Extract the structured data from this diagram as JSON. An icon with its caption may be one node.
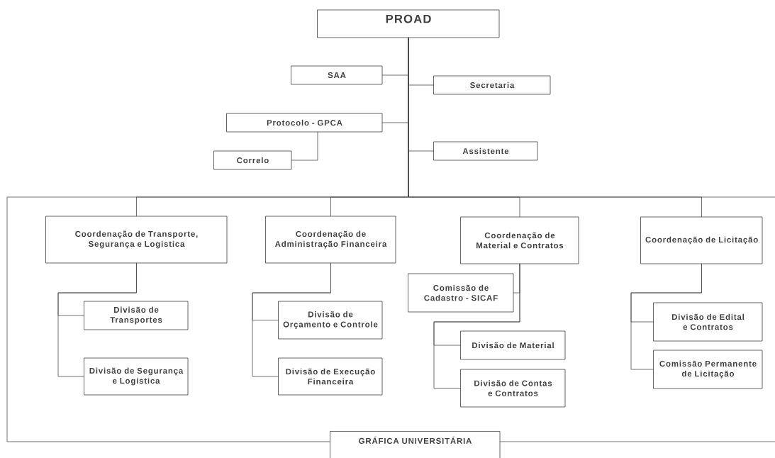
{
  "diagram": {
    "nodes": [
      {
        "text": [
          "PROAD"
        ]
      },
      {
        "text": [
          "SAA"
        ]
      },
      {
        "text": [
          "Secretaria"
        ]
      },
      {
        "text": [
          "Protocolo - GPCA"
        ]
      },
      {
        "text": [
          "Correlo"
        ]
      },
      {
        "text": [
          "Assistente"
        ]
      },
      {
        "text": [
          "Coordenação de Transporte, Segurança e Logistica"
        ]
      },
      {
        "text": [
          "Coordenação de Administração Financeira"
        ]
      },
      {
        "text": [
          "Coordenação de Material e Contratos"
        ]
      },
      {
        "text": [
          "Coordenação de Licitação"
        ]
      },
      {
        "text": [
          "Divisão de Transportes"
        ]
      },
      {
        "text": [
          "Divisão de Segurança e Logistica"
        ]
      },
      {
        "text": [
          "Divisão de Orçamento e Controle"
        ]
      },
      {
        "text": [
          "Divisão de Execução Financeira"
        ]
      },
      {
        "text": [
          "Comissão de Cadastro - SICAF"
        ]
      },
      {
        "text": [
          "Divisão de Material"
        ]
      },
      {
        "text": [
          "Divisão de Contas e Contratos"
        ]
      },
      {
        "text": [
          "Divisão de Edital e Contratos"
        ]
      },
      {
        "text": [
          "Comissão Permanente de Licitação"
        ]
      },
      {
        "text": [
          "GRÁFICA UNIVERSITÁRIA"
        ]
      }
    ],
    "edges": [
      {
        "from": 0,
        "to": 1,
        "arrow": "none"
      },
      {
        "from": 0,
        "to": 2,
        "arrow": "none"
      },
      {
        "from": 0,
        "to": 3,
        "arrow": "none"
      },
      {
        "from": 3,
        "to": 4,
        "arrow": "none"
      },
      {
        "from": 0,
        "to": 5,
        "arrow": "none"
      },
      {
        "from": 0,
        "to": 6,
        "arrow": "none"
      },
      {
        "from": 0,
        "to": 7,
        "arrow": "none"
      },
      {
        "from": 0,
        "to": 8,
        "arrow": "none"
      },
      {
        "from": 0,
        "to": 9,
        "arrow": "none"
      },
      {
        "from": 0,
        "to": 19,
        "arrow": "none"
      },
      {
        "from": 0,
        "to": 19,
        "arrow": "none"
      },
      {
        "from": 6,
        "to": 10,
        "arrow": "none"
      },
      {
        "from": 6,
        "to": 11,
        "arrow": "none"
      },
      {
        "from": 7,
        "to": 12,
        "arrow": "none"
      },
      {
        "from": 7,
        "to": 13,
        "arrow": "none"
      },
      {
        "from": 8,
        "to": 14,
        "arrow": "none"
      },
      {
        "from": 8,
        "to": 15,
        "arrow": "none"
      },
      {
        "from": 8,
        "to": 16,
        "arrow": "none"
      },
      {
        "from": 9,
        "to": 17,
        "arrow": "none"
      },
      {
        "from": 9,
        "to": 18,
        "arrow": "none"
      }
    ]
  }
}
